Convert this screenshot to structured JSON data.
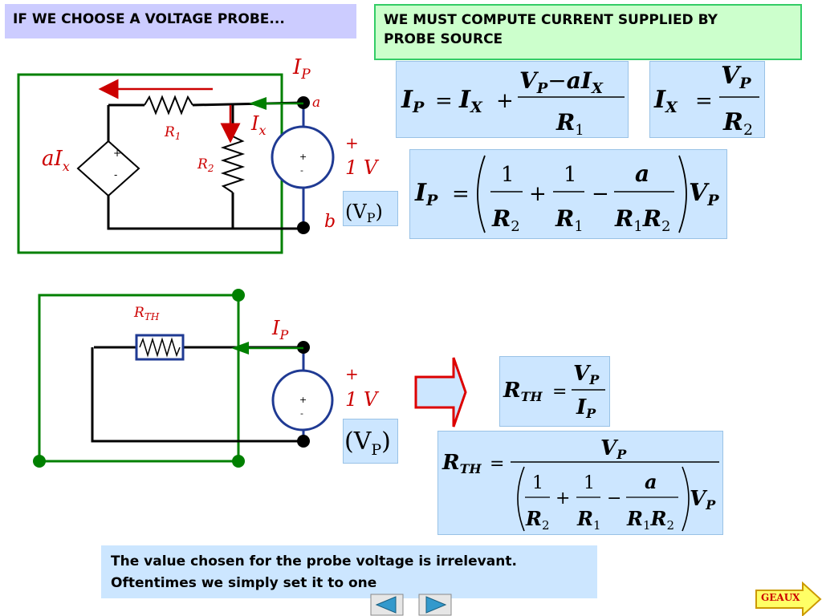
{
  "titles": {
    "left": "IF WE CHOOSE A VOLTAGE PROBE...",
    "right_line1": "WE MUST COMPUTE CURRENT SUPPLIED BY",
    "right_line2": "PROBE SOURCE"
  },
  "circuit1": {
    "ip_main": "I",
    "ip_sub": "P",
    "node_a": "a",
    "node_b": "b",
    "r1_main": "R",
    "r1_sub": "1",
    "r2_main": "R",
    "r2_sub": "2",
    "ix_main": "I",
    "ix_sub": "x",
    "dep_main": "aI",
    "dep_sub": "x",
    "plus": "+",
    "minus": "-",
    "source_plus": "+",
    "source_value": "1 V",
    "vp_label_main": "(V",
    "vp_label_sub": "P",
    "vp_label_end": ")"
  },
  "circuit2": {
    "rth_main": "R",
    "rth_sub": "TH",
    "ip_main": "I",
    "ip_sub": "P",
    "source_plus": "+",
    "source_value": "1 V",
    "vp_label_main": "(V",
    "vp_label_sub": "P",
    "vp_label_end": ")"
  },
  "equations": {
    "eq1": {
      "lhs": "I",
      "lhs_sub": "P",
      "eq": "=",
      "t1": "I",
      "t1_sub": "X",
      "plus": "+",
      "num_a": "V",
      "num_a_sub": "P",
      "num_minus": "−",
      "num_b": "aI",
      "num_b_sub": "X",
      "den": "R",
      "den_sub": "1"
    },
    "eq2": {
      "lhs": "I",
      "lhs_sub": "X",
      "eq": "=",
      "num": "V",
      "num_sub": "P",
      "den": "R",
      "den_sub": "2"
    },
    "eq3": {
      "lhs": "I",
      "lhs_sub": "P",
      "eq": "=",
      "one": "1",
      "r2": "R",
      "r2_sub": "2",
      "plus": "+",
      "r1": "R",
      "r1_sub": "1",
      "minus": "−",
      "a": "a",
      "r1r2": "R",
      "r1r2_sub1": "1",
      "r1r2_b": "R",
      "r1r2_sub2": "2",
      "vp": "V",
      "vp_sub": "P"
    },
    "eq4": {
      "lhs": "R",
      "lhs_sub": "TH",
      "eq": "=",
      "num": "V",
      "num_sub": "P",
      "den": "I",
      "den_sub": "P"
    },
    "eq5": {
      "lhs": "R",
      "lhs_sub": "TH",
      "eq": "=",
      "num": "V",
      "num_sub": "P"
    }
  },
  "note": {
    "line1": "The value chosen for the probe voltage is irrelevant.",
    "line2": "Oftentimes we simply set it to one"
  },
  "nav": {
    "geaux_label": "GEAUX"
  },
  "colors": {
    "title_left_bg": "#ccccff",
    "title_right_bg": "#ccffcc",
    "equation_bg": "#cce6ff",
    "wire": "#000000",
    "frame_green": "#008000",
    "label_red": "#cc0000",
    "source_blue": "#1f3a93",
    "nav_fill": "#3399cc",
    "geaux_fill": "#ffff66"
  }
}
